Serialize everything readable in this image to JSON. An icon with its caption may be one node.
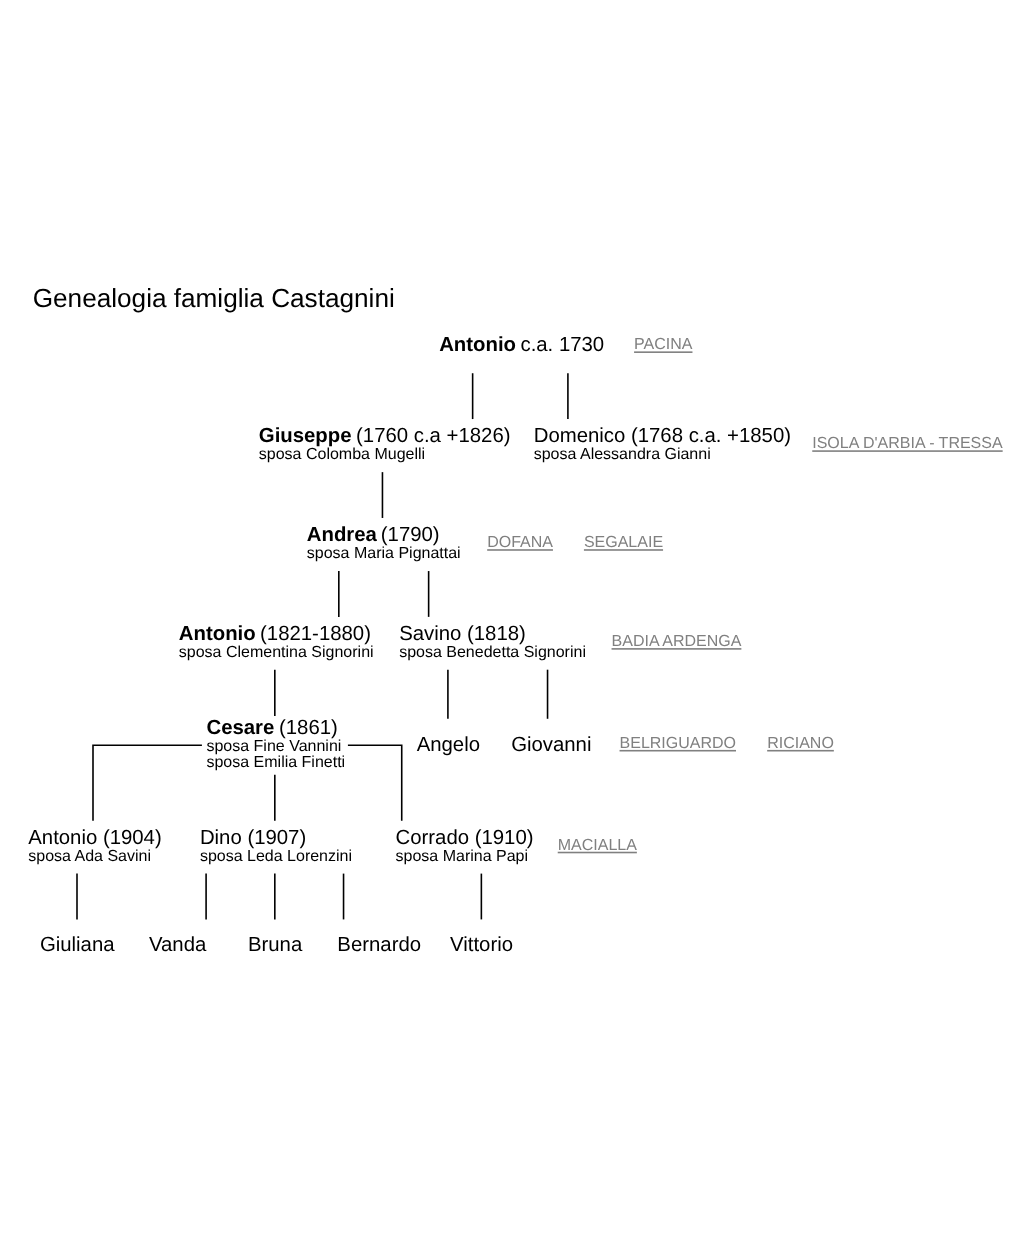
{
  "diagram": {
    "title": "Genealogia famiglia Castagnini",
    "nodes": [
      {
        "text": [
          "**Antonio** c.a. 1730"
        ]
      },
      {
        "text": [
          "**Giuseppe** (1760 c.a +1826)",
          "sposa Colomba Mugelli"
        ]
      },
      {
        "text": [
          "Domenico (1768 c.a. +1850)",
          "sposa Alessandra Gianni"
        ]
      },
      {
        "text": [
          "**Andrea** (1790)",
          "sposa Maria Pignattai"
        ]
      },
      {
        "text": [
          "**Antonio** (1821-1880)",
          "sposa Clementina Signorini"
        ]
      },
      {
        "text": [
          "Savino (1818)",
          "sposa Benedetta Signorini"
        ]
      },
      {
        "text": [
          "**Cesare** (1861)",
          "sposa Fine Vannini",
          "sposa Emilia Finetti"
        ]
      },
      {
        "text": [
          "Angelo"
        ]
      },
      {
        "text": [
          "Giovanni"
        ]
      },
      {
        "text": [
          "Antonio (1904)",
          "sposa Ada Savini"
        ]
      },
      {
        "text": [
          "Dino (1907)",
          "sposa Leda Lorenzini"
        ]
      },
      {
        "text": [
          "Corrado (1910)",
          "sposa Marina Papi"
        ]
      },
      {
        "text": [
          "Giuliana"
        ]
      },
      {
        "text": [
          "Vanda"
        ]
      },
      {
        "text": [
          "Bruna"
        ]
      },
      {
        "text": [
          "Bernardo"
        ]
      },
      {
        "text": [
          "Vittorio"
        ]
      }
    ],
    "edges": [
      {
        "from": 0,
        "to": 1,
        "arrow": "none"
      },
      {
        "from": 0,
        "to": 2,
        "arrow": "none"
      },
      {
        "from": 1,
        "to": 3,
        "arrow": "none"
      },
      {
        "from": 3,
        "to": 4,
        "arrow": "none"
      },
      {
        "from": 3,
        "to": 5,
        "arrow": "none"
      },
      {
        "from": 4,
        "to": 6,
        "arrow": "none"
      },
      {
        "from": 5,
        "to": 7,
        "arrow": "none"
      },
      {
        "from": 5,
        "to": 8,
        "arrow": "none"
      },
      {
        "from": 6,
        "to": 9,
        "arrow": "none"
      },
      {
        "from": 6,
        "to": 10,
        "arrow": "none"
      },
      {
        "from": 6,
        "to": 11,
        "arrow": "none"
      },
      {
        "from": 9,
        "to": 12,
        "arrow": "none"
      },
      {
        "from": 10,
        "to": 13,
        "arrow": "none"
      },
      {
        "from": 10,
        "to": 14,
        "arrow": "none"
      },
      {
        "from": 10,
        "to": 15,
        "arrow": "none"
      },
      {
        "from": 11,
        "to": 16,
        "arrow": "none"
      }
    ],
    "labels": [
      "PACINA",
      "ISOLA D'ARBIA - TRESSA",
      "DOFANA",
      "SEGALAIE",
      "BADIA ARDENGA",
      "BELRIGUARDO",
      "RICIANO",
      "MACIALLA"
    ]
  }
}
